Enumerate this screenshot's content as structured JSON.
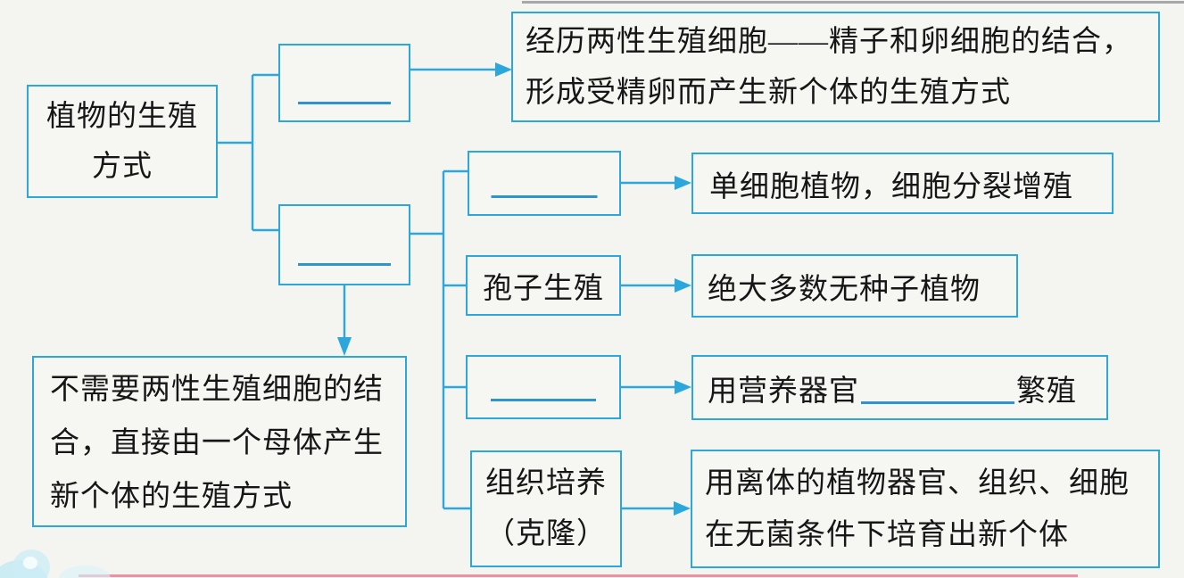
{
  "diagram": {
    "root": {
      "lines": [
        "植物的生殖",
        "方式"
      ]
    },
    "sexual": {
      "label_is_blank": true,
      "description_lines": [
        "经历两性生殖细胞——精子和卵细胞的结合，",
        "形成受精卵而产生新个体的生殖方式"
      ]
    },
    "asexual": {
      "label_is_blank": true,
      "description_lines": [
        "不需要两性生殖细胞的结",
        "合，直接由一个母体产生",
        "新个体的生殖方式"
      ],
      "types": [
        {
          "label": "",
          "label_is_blank": true,
          "result": "单细胞植物，细胞分裂增殖"
        },
        {
          "label": "孢子生殖",
          "label_is_blank": false,
          "result": "绝大多数无种子植物"
        },
        {
          "label": "",
          "label_is_blank": true,
          "result_prefix": "用营养器官",
          "result_has_blank": true,
          "result_suffix": "繁殖"
        },
        {
          "label_lines": [
            "组织培养",
            "（克隆）"
          ],
          "label_is_blank": false,
          "result_lines": [
            "用离体的植物器官、组织、细胞",
            "在无菌条件下培育出新个体"
          ]
        }
      ]
    },
    "colors": {
      "accent": "#2ba7dc",
      "blank_line": "#2e93cf",
      "text": "#161616",
      "paper": "#f4f4f1",
      "scan_artifact_top": "#8f8f8f",
      "scan_artifact_bottom": "#ef8fa3",
      "watermark": "#cdeef6"
    }
  }
}
